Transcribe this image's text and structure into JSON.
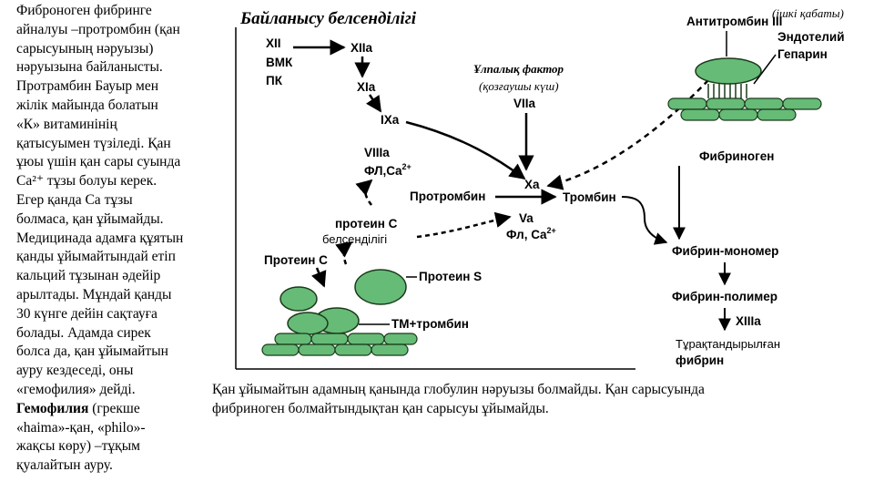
{
  "left_text": {
    "lines": [
      "Фиброноген фибринге",
      "айналуы –протромбин (қан",
      "сарысуының нәруызы)",
      "нәруызына байланысты.",
      "Протрамбин Бауыр мен",
      "жілік майында болатын",
      "«К» витаминінің",
      "қатысуымен түзіледі. Қан",
      "ұюы үшін қан сары суында",
      "Са²⁺ тұзы болуы керек.",
      "Егер қанда Са тұзы",
      "болмаса, қан ұйымайды.",
      "Медицинада адамға құятын",
      "қанды ұйымайтындай етіп",
      "кальций тұзынан әдейір",
      "арылтады. Мұндай қанды",
      "30 күнге дейін сақтауға",
      "болады. Адамда сирек",
      "болса да, қан ұйымайтын",
      "ауру кездеседі, оны",
      "«гемофилия» дейді."
    ],
    "hemophilia_term": "Гемофилия",
    "hemophilia_rest": " (грекше",
    "lines_after": [
      "«haima»-қан, «philo»-",
      "жақсы көру) –тұқым",
      "қуалайтын ауру."
    ]
  },
  "bottom_note": {
    "line1": "Қан ұйымайтын адамның қанында глобулин нәруызы болмайды. Қан сарысуында",
    "line2": "фибриноген болмайтындықтан қан сарысуы ұйымайды."
  },
  "diagram": {
    "title": "Байланысу белсенділігі",
    "inner_layer": "(ішкі қабаты)",
    "factor_xii": "XII",
    "factor_vmk": "ВМК",
    "factor_pk": "ПК",
    "factor_xiia": "XIIa",
    "factor_xia": "XIa",
    "factor_ixa": "IXa",
    "factor_viiia": "VIIIa",
    "factor_fl_ca": "ФЛ,Ca",
    "tissue_factor": "Ұлпалық фактор",
    "tissue_factor_sub": "(қозғаушы күш)",
    "factor_viia": "VIIa",
    "factor_xa": "Xa",
    "prothrombin": "Протромбин",
    "thrombin": "Тромбин",
    "factor_va": "Va",
    "factor_fl_ca2": "Фл, Ca",
    "ca_sup": "2+",
    "protein_c_activity": "протеин C",
    "protein_c_activity_sub": "белсенділігі",
    "protein_c": "Протеин C",
    "protein_s": "Протеин S",
    "tm_thrombin": "ТМ+тромбин",
    "antithrombin": "Антитромбин III",
    "endothelium": "Эндотелий",
    "heparin": "Гепарин",
    "fibrinogen": "Фибриноген",
    "fibrin_monomer": "Фибрин-мономер",
    "fibrin_polymer": "Фибрин-полимер",
    "factor_xiiia": "XIIIa",
    "stabilized": "Тұрақтандырылған",
    "fibrin": "фибрин"
  },
  "colors": {
    "cell_green": "#66bb77",
    "cell_outline": "#1a3a1a"
  }
}
